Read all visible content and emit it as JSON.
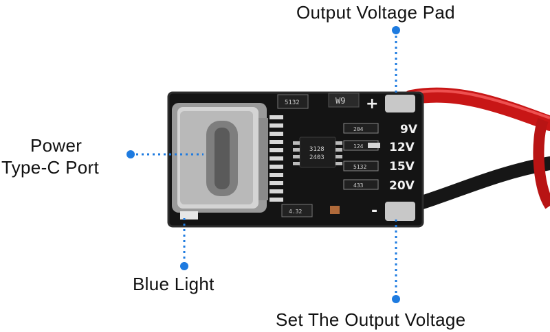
{
  "callouts": {
    "output_pad": "Output Voltage Pad",
    "power_line1": "Power",
    "power_line2": "Type-C Port",
    "blue_light": "Blue Light",
    "set_voltage": "Set The Output Voltage"
  },
  "board": {
    "voltages": [
      "9V",
      "12V",
      "15V",
      "20V"
    ],
    "plus_sign": "+",
    "minus_sign": "-",
    "diode_mark": "W9",
    "ic_mark_line1": "3128",
    "ic_mark_line2": "2403",
    "resistor_codes": [
      "5132",
      "204",
      "124",
      "5132",
      "433",
      "4.32"
    ]
  },
  "colors": {
    "pcb": "#141414",
    "pad": "#c8c8c8",
    "callout_dot": "#1e7be0",
    "wire_red": "#d01818",
    "wire_black": "#161616"
  }
}
